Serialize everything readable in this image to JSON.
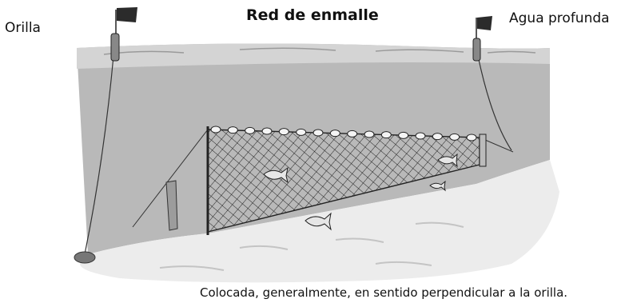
{
  "diagram": {
    "title": "Red de enmalle",
    "label_shore": "Orilla",
    "label_deep": "Agua profunda",
    "caption": "Colocada, generalmente, en sentido perpendicular a la orilla."
  },
  "colors": {
    "water": "#b9b9b9",
    "water_surface": "#d2d2d2",
    "seabed": "#ececec",
    "net_lines": "#222222",
    "flag": "#2b2b2b"
  },
  "icons": [
    "flag-icon",
    "buoy-icon",
    "float-icon",
    "fish-icon",
    "anchor-weight-icon",
    "support-pole-icon"
  ]
}
